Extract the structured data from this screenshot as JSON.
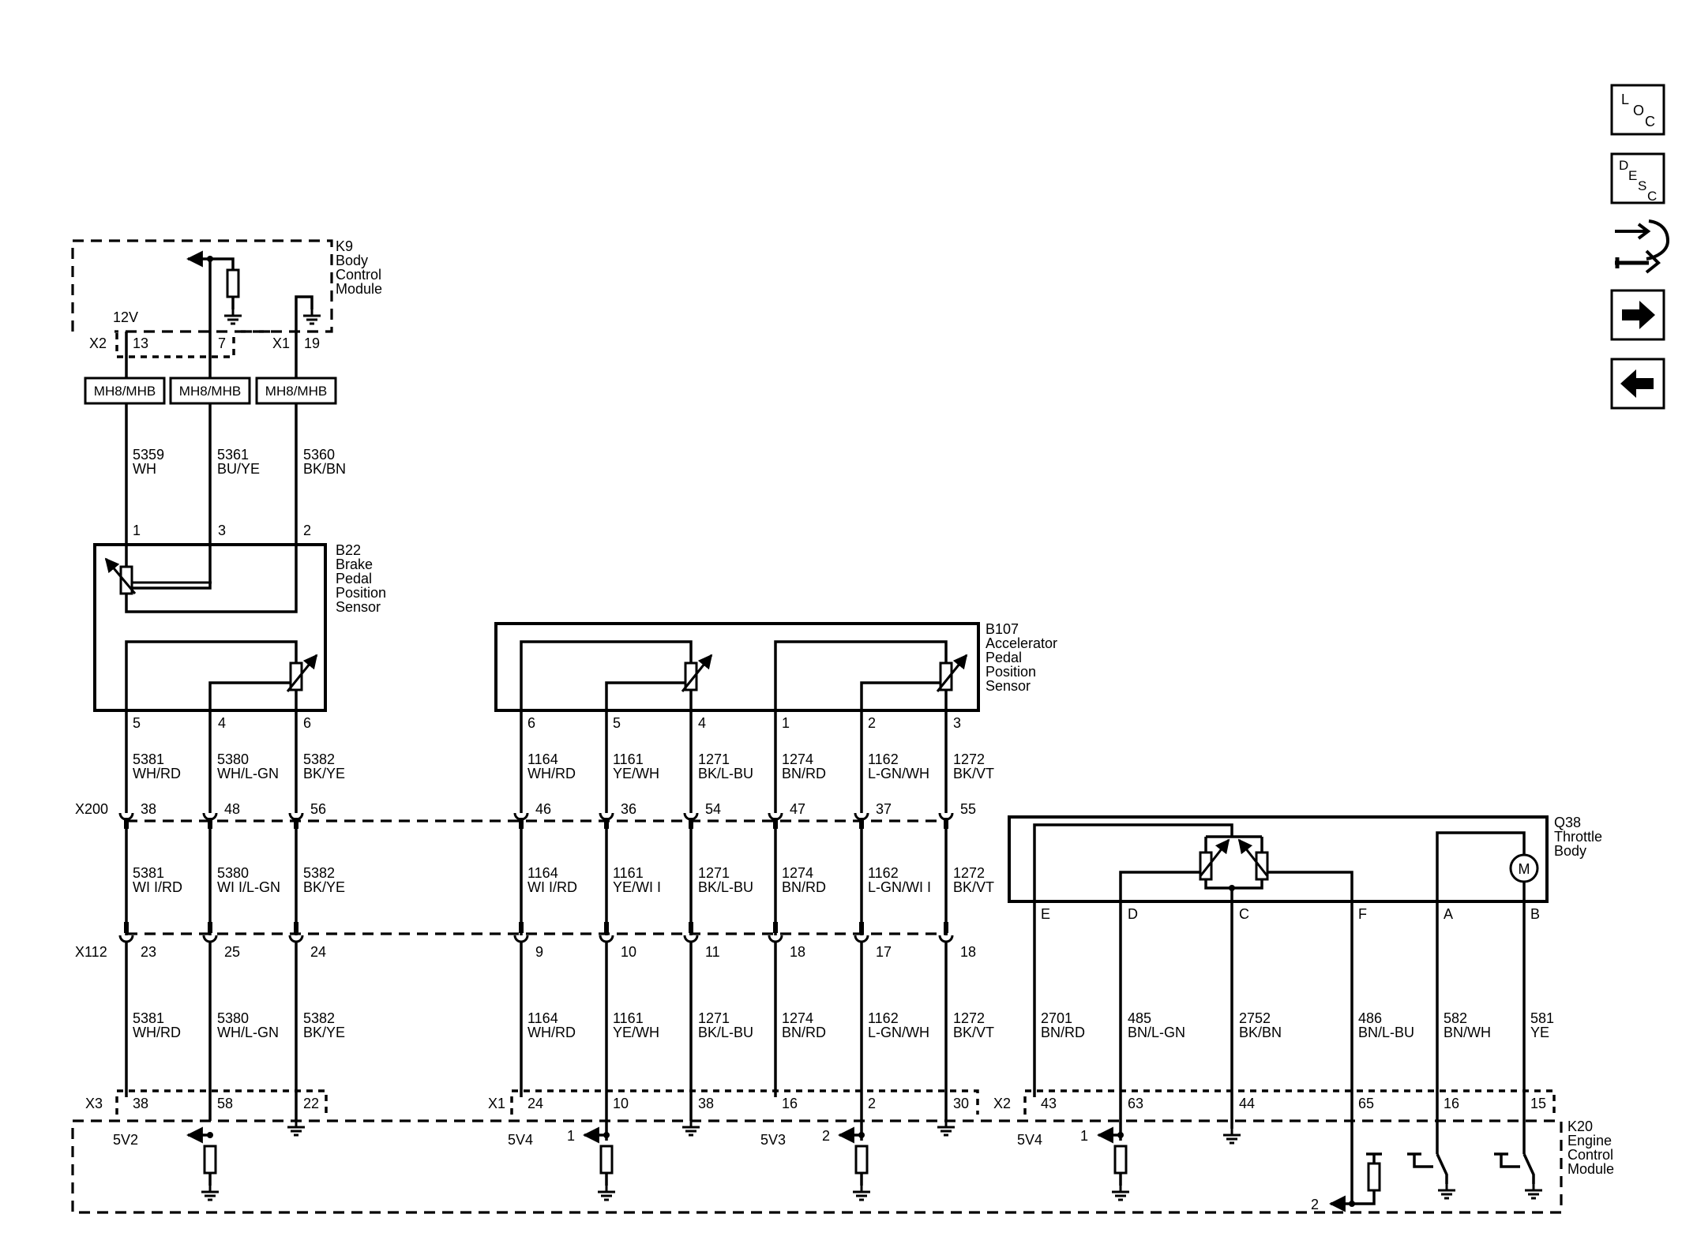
{
  "modules": {
    "k9": {
      "name": "K9",
      "l1": "Body",
      "l2": "Control",
      "l3": "Module"
    },
    "b22": {
      "name": "B22",
      "l1": "Brake",
      "l2": "Pedal",
      "l3": "Position",
      "l4": "Sensor"
    },
    "b107": {
      "name": "B107",
      "l1": "Accelerator",
      "l2": "Pedal",
      "l3": "Position",
      "l4": "Sensor"
    },
    "q38": {
      "name": "Q38",
      "l1": "Throttle",
      "l2": "Body"
    },
    "k20": {
      "name": "K20",
      "l1": "Engine",
      "l2": "Control",
      "l3": "Module"
    }
  },
  "k9_connectors": {
    "volt": "12V",
    "c1": {
      "name": "X2",
      "pin": "13"
    },
    "c2": {
      "pin": "7"
    },
    "c3": {
      "name": "X1",
      "pin": "19"
    }
  },
  "fuses": [
    "MH8/MHB",
    "MH8/MHB",
    "MH8/MHB"
  ],
  "k9_wires": [
    {
      "circuit": "5359",
      "color": "WH"
    },
    {
      "circuit": "5361",
      "color": "BU/YE"
    },
    {
      "circuit": "5360",
      "color": "BK/BN"
    }
  ],
  "b22_top_pins": [
    "1",
    "3",
    "2"
  ],
  "b22_bottom_pins": [
    "5",
    "4",
    "6"
  ],
  "b107_pins": [
    "6",
    "5",
    "4",
    "1",
    "2",
    "3"
  ],
  "q38_pins": [
    "E",
    "D",
    "C",
    "F",
    "A",
    "B"
  ],
  "motor_symbol": "M",
  "inline": {
    "x200": {
      "name": "X200",
      "pins": [
        "38",
        "48",
        "56",
        "46",
        "36",
        "54",
        "47",
        "37",
        "55"
      ]
    },
    "x112": {
      "name": "X112",
      "pins": [
        "23",
        "25",
        "24",
        "9",
        "10",
        "11",
        "18",
        "17",
        "18"
      ]
    }
  },
  "wires_a": [
    {
      "circuit": "5381",
      "color": "WH/RD"
    },
    {
      "circuit": "5380",
      "color": "WH/L-GN"
    },
    {
      "circuit": "5382",
      "color": "BK/YE"
    },
    {
      "circuit": "1164",
      "color": "WH/RD"
    },
    {
      "circuit": "1161",
      "color": "YE/WH"
    },
    {
      "circuit": "1271",
      "color": "BK/L-BU"
    },
    {
      "circuit": "1274",
      "color": "BN/RD"
    },
    {
      "circuit": "1162",
      "color": "L-GN/WH"
    },
    {
      "circuit": "1272",
      "color": "BK/VT"
    }
  ],
  "wires_b": [
    {
      "circuit": "5381",
      "color": "WI I/RD"
    },
    {
      "circuit": "5380",
      "color": "WI I/L-GN"
    },
    {
      "circuit": "5382",
      "color": "BK/YE"
    },
    {
      "circuit": "1164",
      "color": "WI I/RD"
    },
    {
      "circuit": "1161",
      "color": "YE/WI I"
    },
    {
      "circuit": "1271",
      "color": "BK/L-BU"
    },
    {
      "circuit": "1274",
      "color": "BN/RD"
    },
    {
      "circuit": "1162",
      "color": "L-GN/WI I"
    },
    {
      "circuit": "1272",
      "color": "BK/VT"
    }
  ],
  "wires_c": [
    {
      "circuit": "5381",
      "color": "WH/RD"
    },
    {
      "circuit": "5380",
      "color": "WH/L-GN"
    },
    {
      "circuit": "5382",
      "color": "BK/YE"
    },
    {
      "circuit": "1164",
      "color": "WH/RD"
    },
    {
      "circuit": "1161",
      "color": "YE/WH"
    },
    {
      "circuit": "1271",
      "color": "BK/L-BU"
    },
    {
      "circuit": "1274",
      "color": "BN/RD"
    },
    {
      "circuit": "1162",
      "color": "L-GN/WH"
    },
    {
      "circuit": "1272",
      "color": "BK/VT"
    }
  ],
  "q38_wires": [
    {
      "circuit": "2701",
      "color": "BN/RD"
    },
    {
      "circuit": "485",
      "color": "BN/L-GN"
    },
    {
      "circuit": "2752",
      "color": "BK/BN"
    },
    {
      "circuit": "486",
      "color": "BN/L-BU"
    },
    {
      "circuit": "582",
      "color": "BN/WH"
    },
    {
      "circuit": "581",
      "color": "YE"
    }
  ],
  "k20_connectors": {
    "x3": {
      "name": "X3",
      "pins": [
        "38",
        "58",
        "22"
      ]
    },
    "x1": {
      "name": "X1",
      "pins": [
        "24",
        "10",
        "38",
        "16",
        "2",
        "30"
      ]
    },
    "x2": {
      "name": "X2",
      "pins": [
        "43",
        "63",
        "44",
        "65",
        "16",
        "15"
      ]
    }
  },
  "k20_internal": {
    "v1": "5V2",
    "v2": "5V4",
    "v3": "5V3",
    "v4": "5V4",
    "ref1": "1",
    "ref2": "2",
    "ref3": "1",
    "ref4": "2"
  },
  "nav": {
    "loc": {
      "a": "L",
      "b": "O",
      "c": "C"
    },
    "desc": {
      "a": "D",
      "b": "E",
      "c": "S",
      "d": "C"
    }
  }
}
